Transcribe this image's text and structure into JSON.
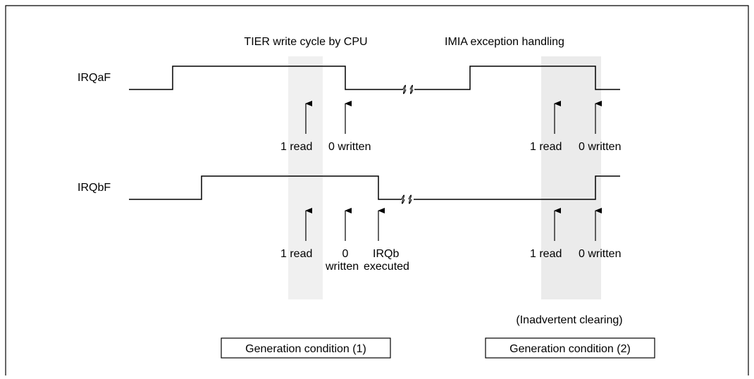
{
  "headers": {
    "left": "TIER write cycle by CPU",
    "right": "IMIA exception handling"
  },
  "signals": {
    "irqa": "IRQaF",
    "irqb": "IRQbF"
  },
  "arrow_labels": {
    "a_read_left": "1 read",
    "a_written_left": "0 written",
    "a_read_right": "1 read",
    "a_written_right": "0 written",
    "b_read_left": "1 read",
    "b_zero_left": "0",
    "b_written_left": "written",
    "b_irqb_left": "IRQb",
    "b_executed_left": "executed",
    "b_read_right": "1 read",
    "b_written_right": "0 written"
  },
  "notes": {
    "inadvertent": "(Inadvertent clearing)"
  },
  "conditions": {
    "one": "Generation condition (1)",
    "two": "Generation condition (2)"
  }
}
